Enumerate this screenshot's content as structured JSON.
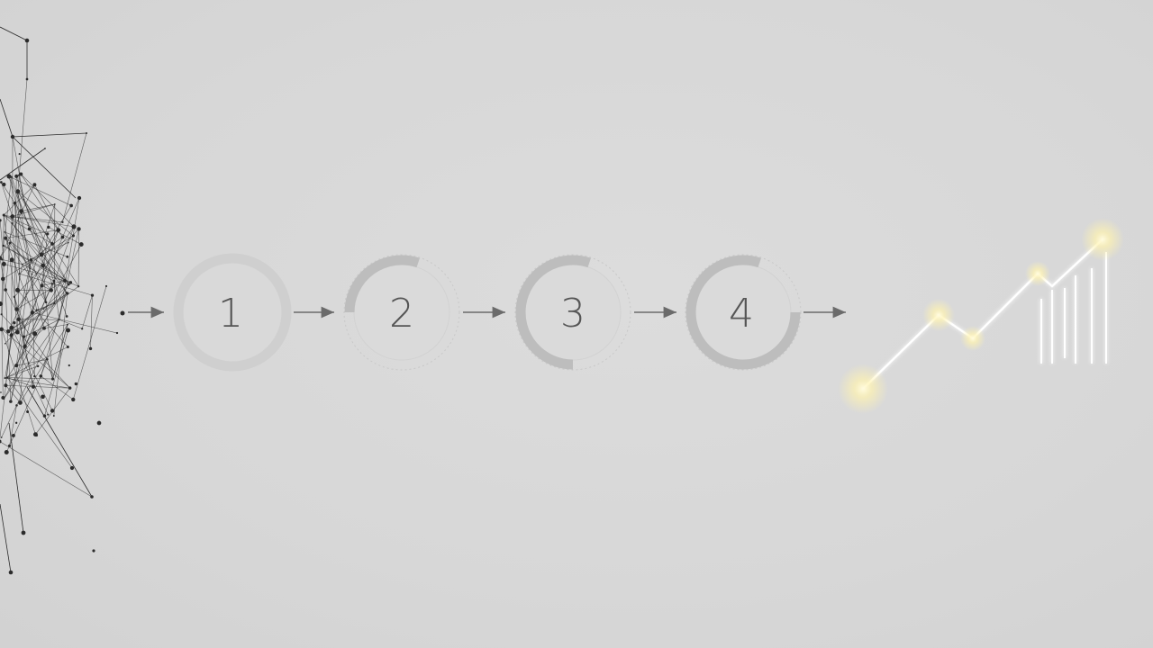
{
  "steps": [
    {
      "label": "1",
      "progress": 0.0
    },
    {
      "label": "2",
      "progress": 0.25
    },
    {
      "label": "3",
      "progress": 0.5
    },
    {
      "label": "4",
      "progress": 0.75
    }
  ],
  "colors": {
    "background": "#d9d9d9",
    "ring_track": "#cfcfcf",
    "ring_progress": "#bdbdbd",
    "number": "#555555",
    "arrow": "#6b6b6b",
    "network": "#2b2b2b",
    "chart_line": "#ffffff",
    "glow": "#fff6c8"
  },
  "icons": {
    "network": "network-cluster-icon",
    "growth_chart": "glowing-growth-chart-icon"
  }
}
